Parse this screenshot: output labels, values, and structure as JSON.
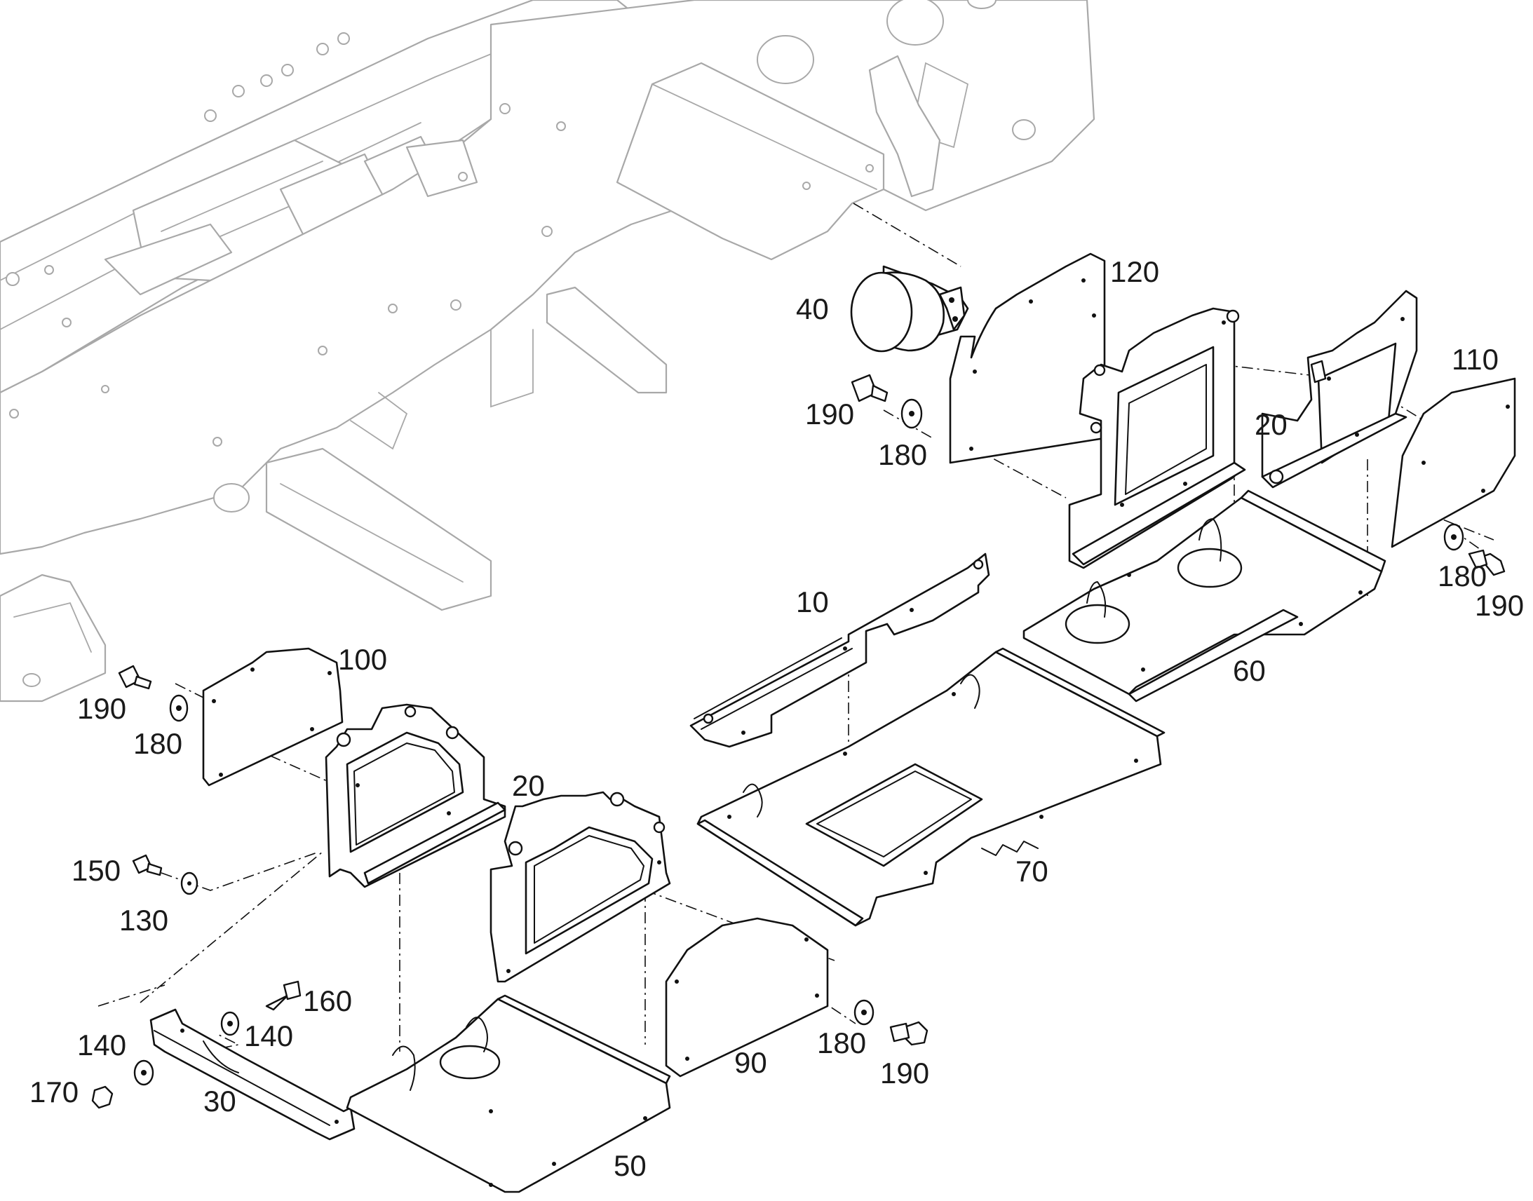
{
  "callouts": [
    {
      "id": "c120",
      "text": "120"
    },
    {
      "id": "c40",
      "text": "40"
    },
    {
      "id": "c190a",
      "text": "190"
    },
    {
      "id": "c180a",
      "text": "180"
    },
    {
      "id": "c110",
      "text": "110"
    },
    {
      "id": "c20a",
      "text": "20"
    },
    {
      "id": "c10",
      "text": "10"
    },
    {
      "id": "c60",
      "text": "60"
    },
    {
      "id": "c180b",
      "text": "180"
    },
    {
      "id": "c190b",
      "text": "190"
    },
    {
      "id": "c100",
      "text": "100"
    },
    {
      "id": "c190c",
      "text": "190"
    },
    {
      "id": "c180c",
      "text": "180"
    },
    {
      "id": "c20b",
      "text": "20"
    },
    {
      "id": "c150",
      "text": "150"
    },
    {
      "id": "c130",
      "text": "130"
    },
    {
      "id": "c70",
      "text": "70"
    },
    {
      "id": "c160",
      "text": "160"
    },
    {
      "id": "c140a",
      "text": "140"
    },
    {
      "id": "c140b",
      "text": "140"
    },
    {
      "id": "c170",
      "text": "170"
    },
    {
      "id": "c30",
      "text": "30"
    },
    {
      "id": "c90",
      "text": "90"
    },
    {
      "id": "c180d",
      "text": "180"
    },
    {
      "id": "c190d",
      "text": "190"
    },
    {
      "id": "c50",
      "text": "50"
    }
  ]
}
